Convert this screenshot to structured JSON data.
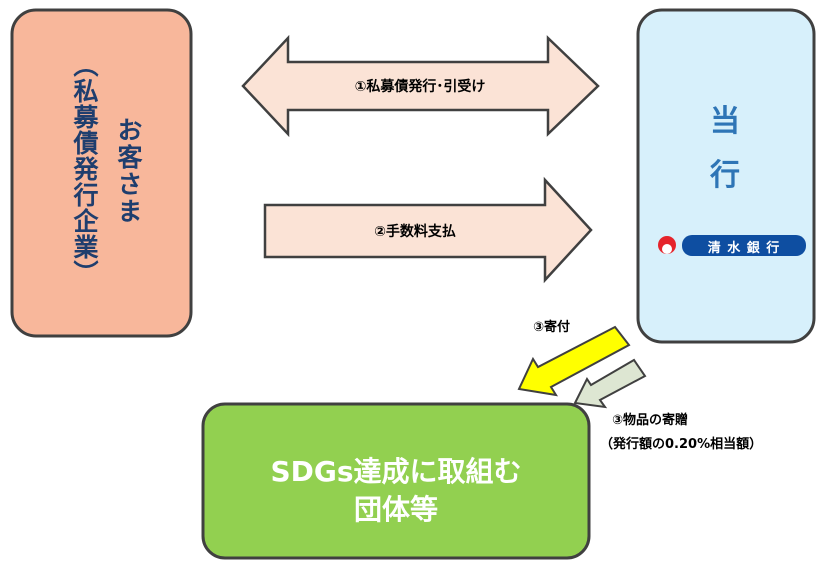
{
  "customer_box": {
    "line1": "お客さま",
    "line2": "（私募債発行企業）"
  },
  "bank_box": {
    "line1": "当",
    "line2": "行",
    "logo_text": "清 水 銀 行"
  },
  "sdgs_box": {
    "line1": "SDGs達成に取組む",
    "line2": "団体等"
  },
  "arrows": {
    "bond_issue": "①私募債発行･引受け",
    "fee_payment": "②手数料支払",
    "donation": "③寄付",
    "goods_gift": "③物品の寄贈",
    "goods_gift_note": "（発行額の0.20%相当額）"
  },
  "colors": {
    "customer_fill": "#f8b79b",
    "bank_fill": "#d7f0fb",
    "sdgs_fill": "#92d050",
    "arrow_fill": "#fbe3d6",
    "donation_arrow": "#ffff00",
    "goods_arrow": "#dde6d2",
    "outline": "#404040"
  }
}
